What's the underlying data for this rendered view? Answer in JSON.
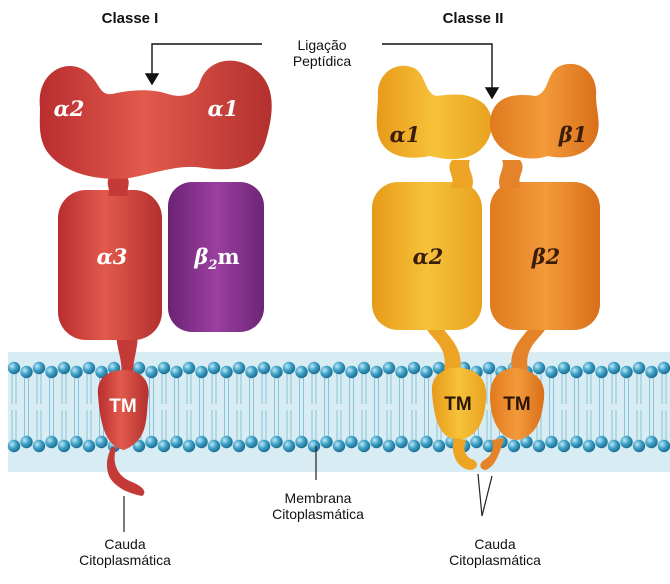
{
  "class_i": {
    "title": "Classe I"
  },
  "class_ii": {
    "title": "Classe II"
  },
  "peptide_link": {
    "line1": "Ligação",
    "line2": "Peptídica"
  },
  "domains_i": {
    "a2": "α2",
    "a1": "α1",
    "a3": "α3",
    "b2m_main": "β",
    "b2m_sub": "2",
    "b2m_tail": "m",
    "tm": "TM"
  },
  "domains_ii": {
    "a1": "α1",
    "b1": "β1",
    "a2": "α2",
    "b2": "β2",
    "tm_a": "TM",
    "tm_b": "TM"
  },
  "membrane_label": {
    "line1": "Membrana",
    "line2": "Citoplasmática"
  },
  "tail_label_i": {
    "line1": "Cauda",
    "line2": "Citoplasmática"
  },
  "tail_label_ii": {
    "line1": "Cauda",
    "line2": "Citoplasmática"
  },
  "colors": {
    "class_i": "#d9473f",
    "class_i_dark": "#a9282a",
    "b2m": "#8e3593",
    "class_ii_alpha": "#f0b12c",
    "class_ii_beta": "#ec8a2c",
    "membrane_head": "#3aa0c6",
    "membrane_tail": "#b8d7e6"
  }
}
